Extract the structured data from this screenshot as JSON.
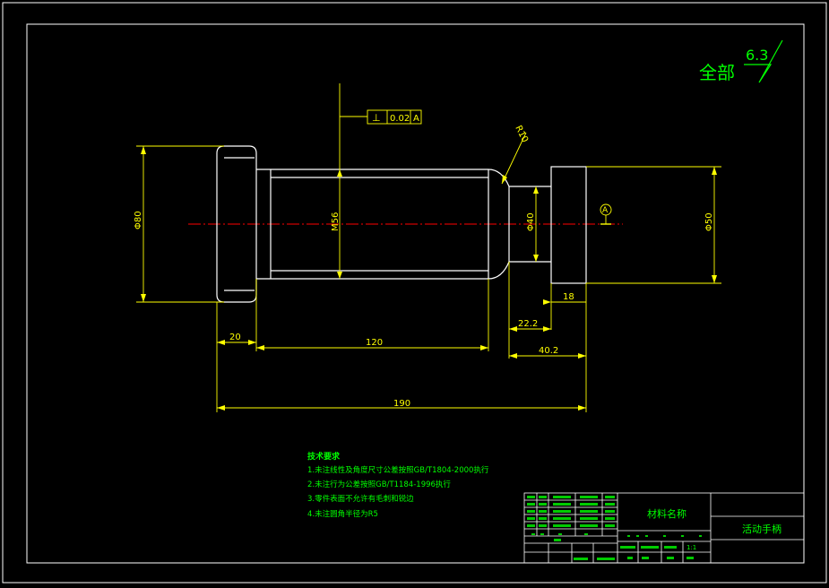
{
  "surface_finish": {
    "label": "全部",
    "value": "6.3"
  },
  "dimensions": {
    "dia_80": "Φ80",
    "m56": "M56",
    "dia_40": "Φ40",
    "dia_50": "Φ50",
    "r10": "R10",
    "d20": "20",
    "d120": "120",
    "d190": "190",
    "d22_2": "22.2",
    "d40_2": "40.2",
    "d18": "18"
  },
  "tolerance": {
    "symbol": "⊥",
    "value": "0.02",
    "datum": "A"
  },
  "datum_marker": "A",
  "tech_requirements": {
    "title": "技术要求",
    "items": [
      "1.未注线性及角度尺寸公差按照GB/T1804-2000执行",
      "2.未注行为公差按照GB/T1184-1996执行",
      "3.零件表面不允许有毛刺和锐边",
      "4.未注圆角半径为R5"
    ]
  },
  "title_block": {
    "material_label": "材料名称",
    "part_name": "活动手柄",
    "scale_label": "比例",
    "scale_value": "1:1",
    "weight_label": "重量"
  },
  "colors": {
    "background": "#000000",
    "outline": "#ffffff",
    "dimension": "#ffff00",
    "annotation": "#00ff00",
    "centerline": "#ff0000"
  }
}
